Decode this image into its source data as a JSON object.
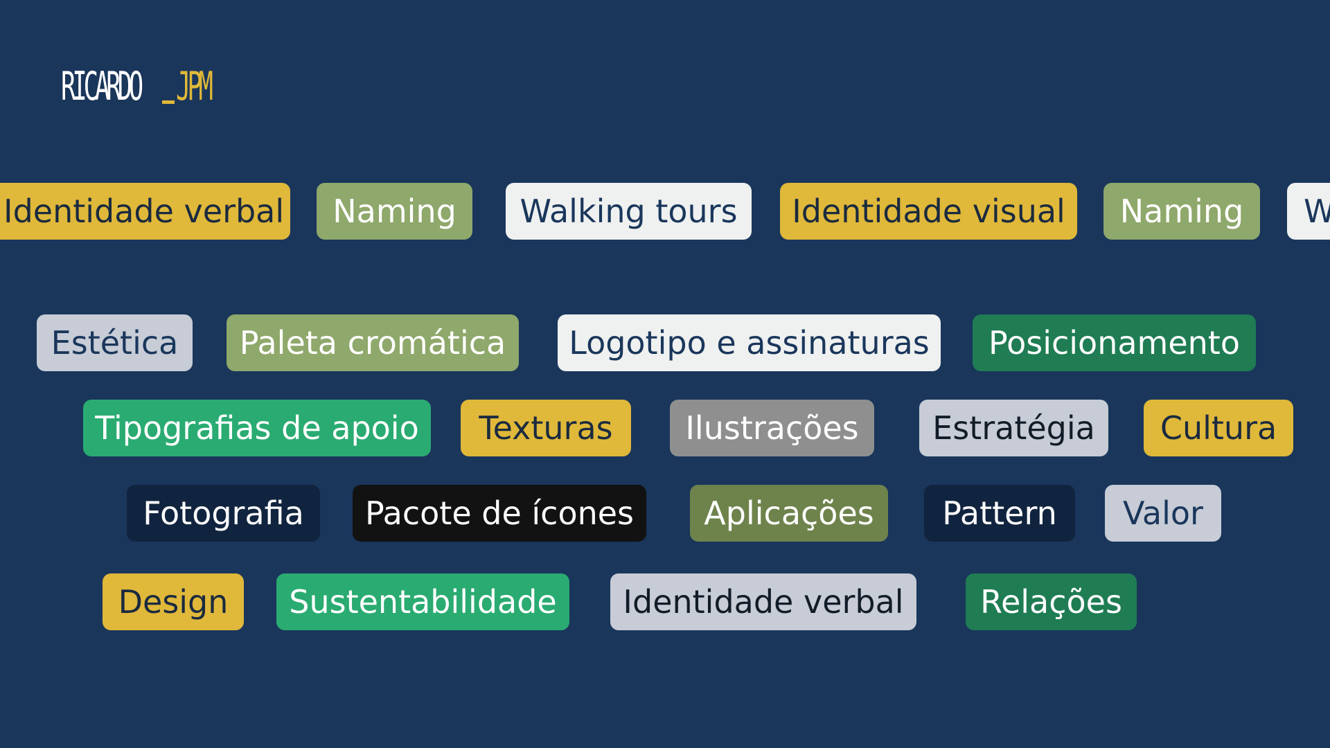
{
  "brand": {
    "logo_text_first": "RICARDO",
    "logo_text_second": "JPM",
    "logo_color_primary": "#ffffff",
    "logo_color_accent": "#e0b838"
  },
  "background_color": "#1a365b",
  "rows": [
    {
      "name": "marquee-row",
      "tags": [
        {
          "label": "Identidade verbal",
          "color": "yellow"
        },
        {
          "label": "Naming",
          "color": "sage"
        },
        {
          "label": "Walking tours",
          "color": "white"
        },
        {
          "label": "Identidade visual",
          "color": "yellow"
        },
        {
          "label": "Naming",
          "color": "sage"
        },
        {
          "label": "W",
          "color": "white"
        }
      ]
    },
    {
      "name": "row-2",
      "tags": [
        {
          "label": "Estética",
          "color": "lightgray"
        },
        {
          "label": "Paleta cromática",
          "color": "sage"
        },
        {
          "label": "Logotipo e assinaturas",
          "color": "white"
        },
        {
          "label": "Posicionamento",
          "color": "darkgreen"
        }
      ]
    },
    {
      "name": "row-3",
      "tags": [
        {
          "label": "Tipografias de apoio",
          "color": "green"
        },
        {
          "label": "Texturas",
          "color": "yellow"
        },
        {
          "label": "Ilustrações",
          "color": "gray"
        },
        {
          "label": "Estratégia",
          "color": "lightgray"
        },
        {
          "label": "Cultura",
          "color": "yellow"
        }
      ]
    },
    {
      "name": "row-4",
      "tags": [
        {
          "label": "Fotografia",
          "color": "navy"
        },
        {
          "label": "Pacote de ícones",
          "color": "black"
        },
        {
          "label": "Aplicações",
          "color": "olive"
        },
        {
          "label": "Pattern",
          "color": "navy"
        },
        {
          "label": "Valor",
          "color": "lightgray"
        }
      ]
    },
    {
      "name": "row-5",
      "tags": [
        {
          "label": "Design",
          "color": "yellow"
        },
        {
          "label": "Sustentabilidade",
          "color": "green"
        },
        {
          "label": "Identidade verbal",
          "color": "lightgray"
        },
        {
          "label": "Relações",
          "color": "darkgreen"
        }
      ]
    }
  ]
}
